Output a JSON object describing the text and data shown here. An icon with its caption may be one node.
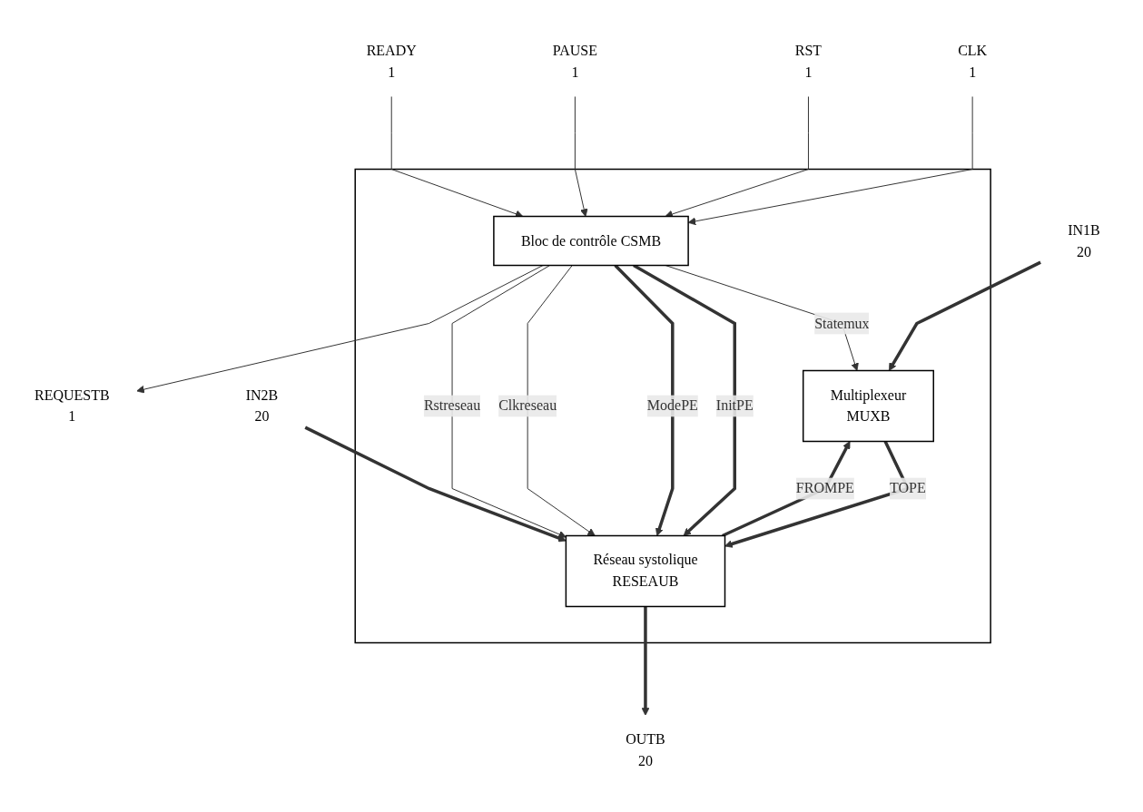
{
  "diagram": {
    "nodes": [
      {
        "text": [],
        "shape": "box"
      },
      {
        "text": [
          "IN1B"
        ],
        "beside": [
          "20"
        ]
      },
      {
        "text": [
          "IN2B"
        ],
        "beside": [
          "20"
        ]
      },
      {
        "text": [
          "Multiplexeur",
          "MUXB"
        ],
        "in": 0
      },
      {
        "text": [
          "Réseau systolique",
          "RESEAUB"
        ],
        "in": 0
      },
      {
        "text": [
          "Bloc de contrôle CSMB"
        ],
        "in": 0
      },
      {
        "text": [
          "OUTB"
        ],
        "beside": [
          "20"
        ]
      },
      {
        "text": [
          "CLK"
        ],
        "beside": [
          "1"
        ]
      },
      {
        "text": [
          "RST"
        ],
        "beside": [
          "1"
        ]
      },
      {
        "text": [
          "PAUSE"
        ],
        "beside": [
          "1"
        ]
      },
      {
        "text": [
          "READY"
        ],
        "beside": [
          "1"
        ]
      },
      {
        "text": [
          "REQUESTB"
        ],
        "beside": [
          "1"
        ]
      }
    ],
    "edges": [
      {
        "from": 1,
        "to": 3,
        "arrow": "to",
        "style": "thick"
      },
      {
        "from": 2,
        "to": 4,
        "arrow": "to",
        "style": "thick"
      },
      {
        "from": 3,
        "to": 4,
        "label": "TOPE",
        "arrow": "to",
        "style": "thick"
      },
      {
        "from": 4,
        "to": 3,
        "label": "FROMPE",
        "arrow": "to",
        "style": "thick"
      },
      {
        "from": 5,
        "to": 3,
        "label": "Statemux",
        "arrow": "to"
      },
      {
        "from": 5,
        "to": 4,
        "label": "InitPE",
        "arrow": "to",
        "style": "thick"
      },
      {
        "from": 5,
        "to": 4,
        "label": "ModePE",
        "arrow": "to",
        "style": "thick"
      },
      {
        "from": 5,
        "to": 4,
        "label": "Clkreseau",
        "arrow": "to"
      },
      {
        "from": 5,
        "to": 4,
        "label": "Rstreseau",
        "arrow": "to"
      },
      {
        "from": 4,
        "to": 6,
        "arrow": "to",
        "style": "thick"
      },
      {
        "from": 7,
        "to": 5,
        "arrow": "to"
      },
      {
        "from": 8,
        "to": 5,
        "arrow": "to"
      },
      {
        "from": 9,
        "to": 5,
        "arrow": "to"
      },
      {
        "from": 10,
        "to": 5,
        "arrow": "to"
      },
      {
        "from": 5,
        "to": 11,
        "arrow": "to"
      }
    ]
  }
}
